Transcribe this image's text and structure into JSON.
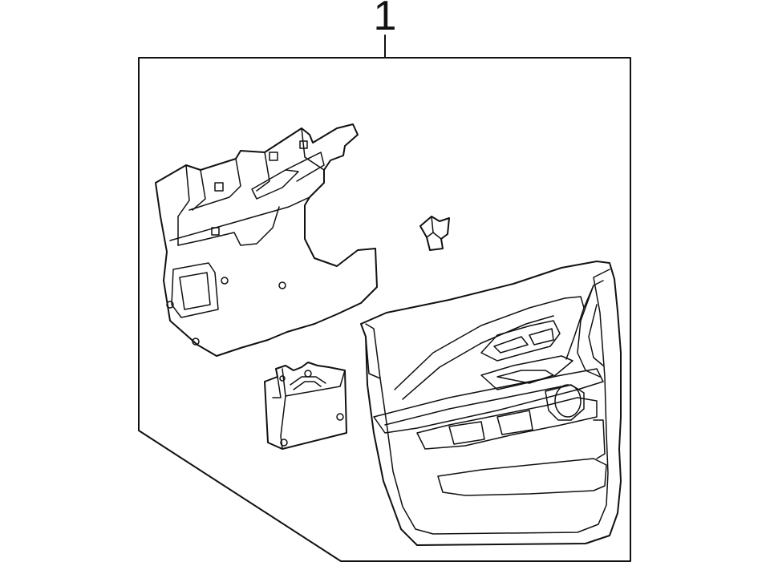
{
  "diagram": {
    "callout_label": "1",
    "parts": [
      {
        "name": "door-trim-panel"
      },
      {
        "name": "inner-panel-bracket"
      },
      {
        "name": "retainer-clip"
      },
      {
        "name": "switch-bezel-module"
      }
    ]
  }
}
